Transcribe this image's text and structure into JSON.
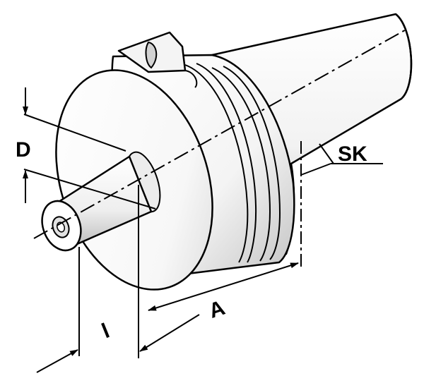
{
  "labels": {
    "d": "D",
    "sk": "SK",
    "l": "l",
    "a": "A"
  },
  "colors": {
    "outline": "#000000",
    "body_light": "#ffffff",
    "body_shade": "#c9c9c9",
    "background": "#ffffff"
  }
}
